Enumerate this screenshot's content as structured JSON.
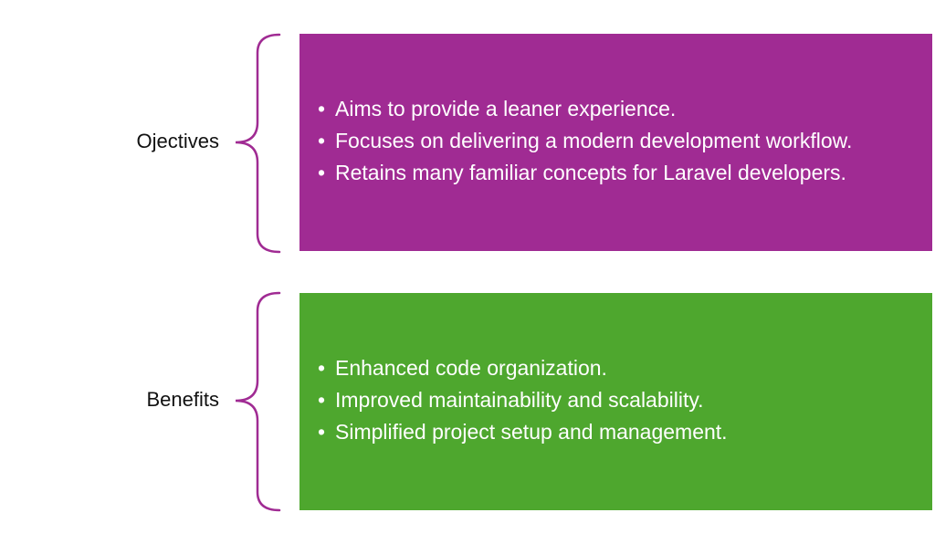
{
  "colors": {
    "objectives_box": "#a02b93",
    "benefits_box": "#4ea72e",
    "brace": "#a02b93",
    "label_text": "#111111",
    "bullet_text": "#ffffff"
  },
  "groups": [
    {
      "label": "Ojectives",
      "items": [
        "Aims to provide a leaner experience.",
        "Focuses on delivering a modern development workflow.",
        "Retains many familiar concepts for Laravel developers."
      ]
    },
    {
      "label": "Benefits",
      "items": [
        "Enhanced code organization.",
        "Improved maintainability and scalability.",
        "Simplified project setup and management."
      ]
    }
  ]
}
